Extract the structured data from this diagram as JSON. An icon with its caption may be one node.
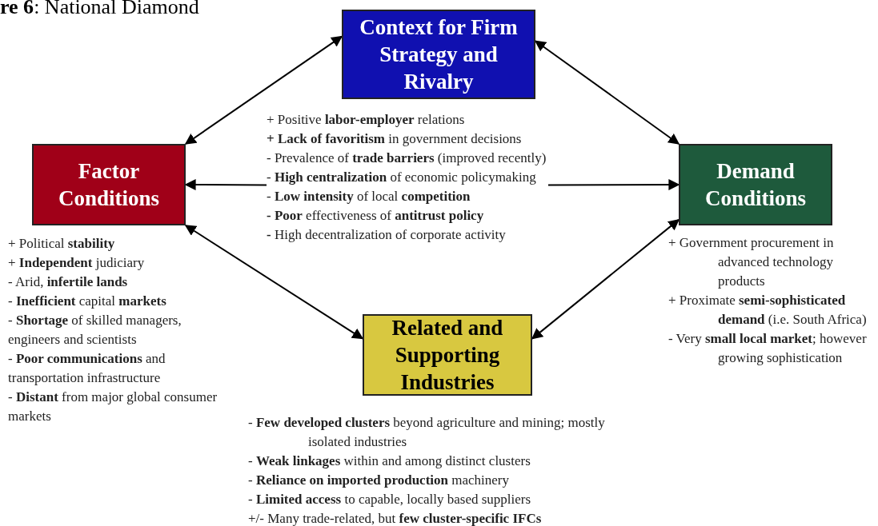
{
  "diagram": {
    "title": "**re 6**: National Diamond",
    "nodes": [
      {
        "text": [
          "Context for Firm Strategy and Rivalry"
        ]
      },
      {
        "text": [
          "Factor Conditions"
        ],
        "beside": [
          "+ Political **stability**",
          "+ **Independent** judiciary",
          "- Arid, **infertile lands**",
          "- **Inefficient** capital **markets**",
          "- **Shortage** of skilled managers, engineers and scientists",
          "- **Poor communications** and transportation infrastructure",
          "- **Distant** from major global consumer markets"
        ]
      },
      {
        "text": [
          "Demand Conditions"
        ],
        "beside": [
          "+ Government procurement in advanced technology products",
          "+ Proximate **semi-sophisticated demand** (i.e. South Africa)",
          "- Very **small local market**; however growing sophistication"
        ]
      },
      {
        "text": [
          "Related and Supporting Industries"
        ],
        "beside": [
          "- **Few developed clusters** beyond agriculture and mining; mostly isolated industries",
          "- **Weak linkages** within and among distinct clusters",
          "- **Reliance on imported production** machinery",
          "- **Limited access** to capable, locally based suppliers",
          "+/- Many trade-related, but **few cluster-specific IFCs**"
        ]
      },
      {
        "text": [
          "+ Positive **labor-employer** relations",
          "**+ Lack of favoritism** in government decisions",
          "- Prevalence of **trade barriers** (improved recently)",
          "- **High centralization** of economic policymaking",
          "- **Low intensity** of local **competition**",
          "**- Poor** effectiveness of **antitrust policy**",
          "**-** High decentralization of corporate activity"
        ]
      }
    ],
    "edges": [
      {
        "from": 0,
        "to": 1,
        "arrow": "both"
      },
      {
        "from": 0,
        "to": 2,
        "arrow": "both"
      },
      {
        "from": 1,
        "to": 3,
        "arrow": "both"
      },
      {
        "from": 3,
        "to": 2,
        "arrow": "both"
      },
      {
        "from": 4,
        "to": 1,
        "arrow": "to"
      },
      {
        "from": 4,
        "to": 2,
        "arrow": "to"
      }
    ]
  }
}
